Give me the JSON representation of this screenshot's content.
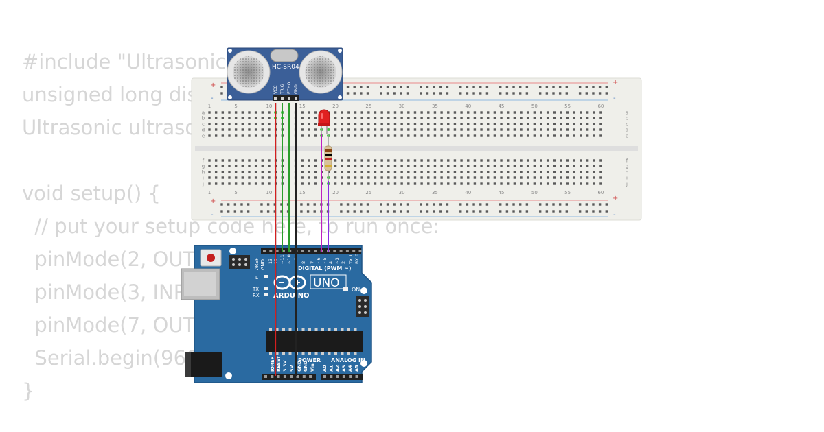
{
  "code_lines": [
    "#include \"UltrasonicHCSR04.h\"",
    "unsigned long distance;",
    "Ultrasonic ultrasonic(3, 2);",
    "",
    "void setup() {",
    "  // put your setup code here, to run once:",
    "  pinMode(2, OUTPUT);",
    "  pinMode(3, INPUT);",
    "  pinMode(7, OUTPUT);",
    "  Serial.begin(9600);",
    "}"
  ],
  "breadboard": {
    "column_numbers": [
      "1",
      "5",
      "10",
      "15",
      "20",
      "25",
      "30",
      "35",
      "40",
      "45",
      "50",
      "55",
      "60"
    ],
    "row_letters_top": [
      "a",
      "b",
      "c",
      "d",
      "e"
    ],
    "row_letters_bottom": [
      "f",
      "g",
      "h",
      "i",
      "j"
    ],
    "plus_label": "+",
    "minus_label": "-",
    "rail_red_color": "#e88a8a",
    "rail_blue_color": "#8fb8e0",
    "body_color": "#efefea"
  },
  "sensor": {
    "model_label": "HC-SR04",
    "pin_labels": [
      "VCC",
      "TRIG",
      "ECHO",
      "GND"
    ],
    "color": "#3b5f98"
  },
  "led": {
    "color": "#e02020"
  },
  "arduino": {
    "brand_label": "ARDUINO",
    "model_label": "UNO",
    "on_label": "ON",
    "l_label": "L",
    "tx_label": "TX",
    "rx_label": "RX",
    "aref_label": "AREF",
    "gnd_label": "GND",
    "digital_label": "DIGITAL (PWM ~)",
    "digital_pins": [
      "13",
      "12",
      "~11",
      "~10",
      "~9",
      "8",
      "7",
      "~6",
      "~5",
      "4",
      "~3",
      "2",
      "TX 1",
      "RX 0"
    ],
    "power_label": "POWER",
    "analog_label": "ANALOG IN",
    "power_pins": [
      "IOREF",
      "RESET",
      "3.3V",
      "5V",
      "GND",
      "GND",
      "Vin"
    ],
    "analog_pins": [
      "A0",
      "A1",
      "A2",
      "A3",
      "A4",
      "A5"
    ],
    "board_color": "#2a6aa1"
  },
  "wire_colors": {
    "vcc": "#d42020",
    "trig": "#2c9e2c",
    "echo": "#2c9e2c",
    "gnd": "#222222",
    "led_signal": "#c020c0",
    "led_gnd": "#8a2be2"
  }
}
